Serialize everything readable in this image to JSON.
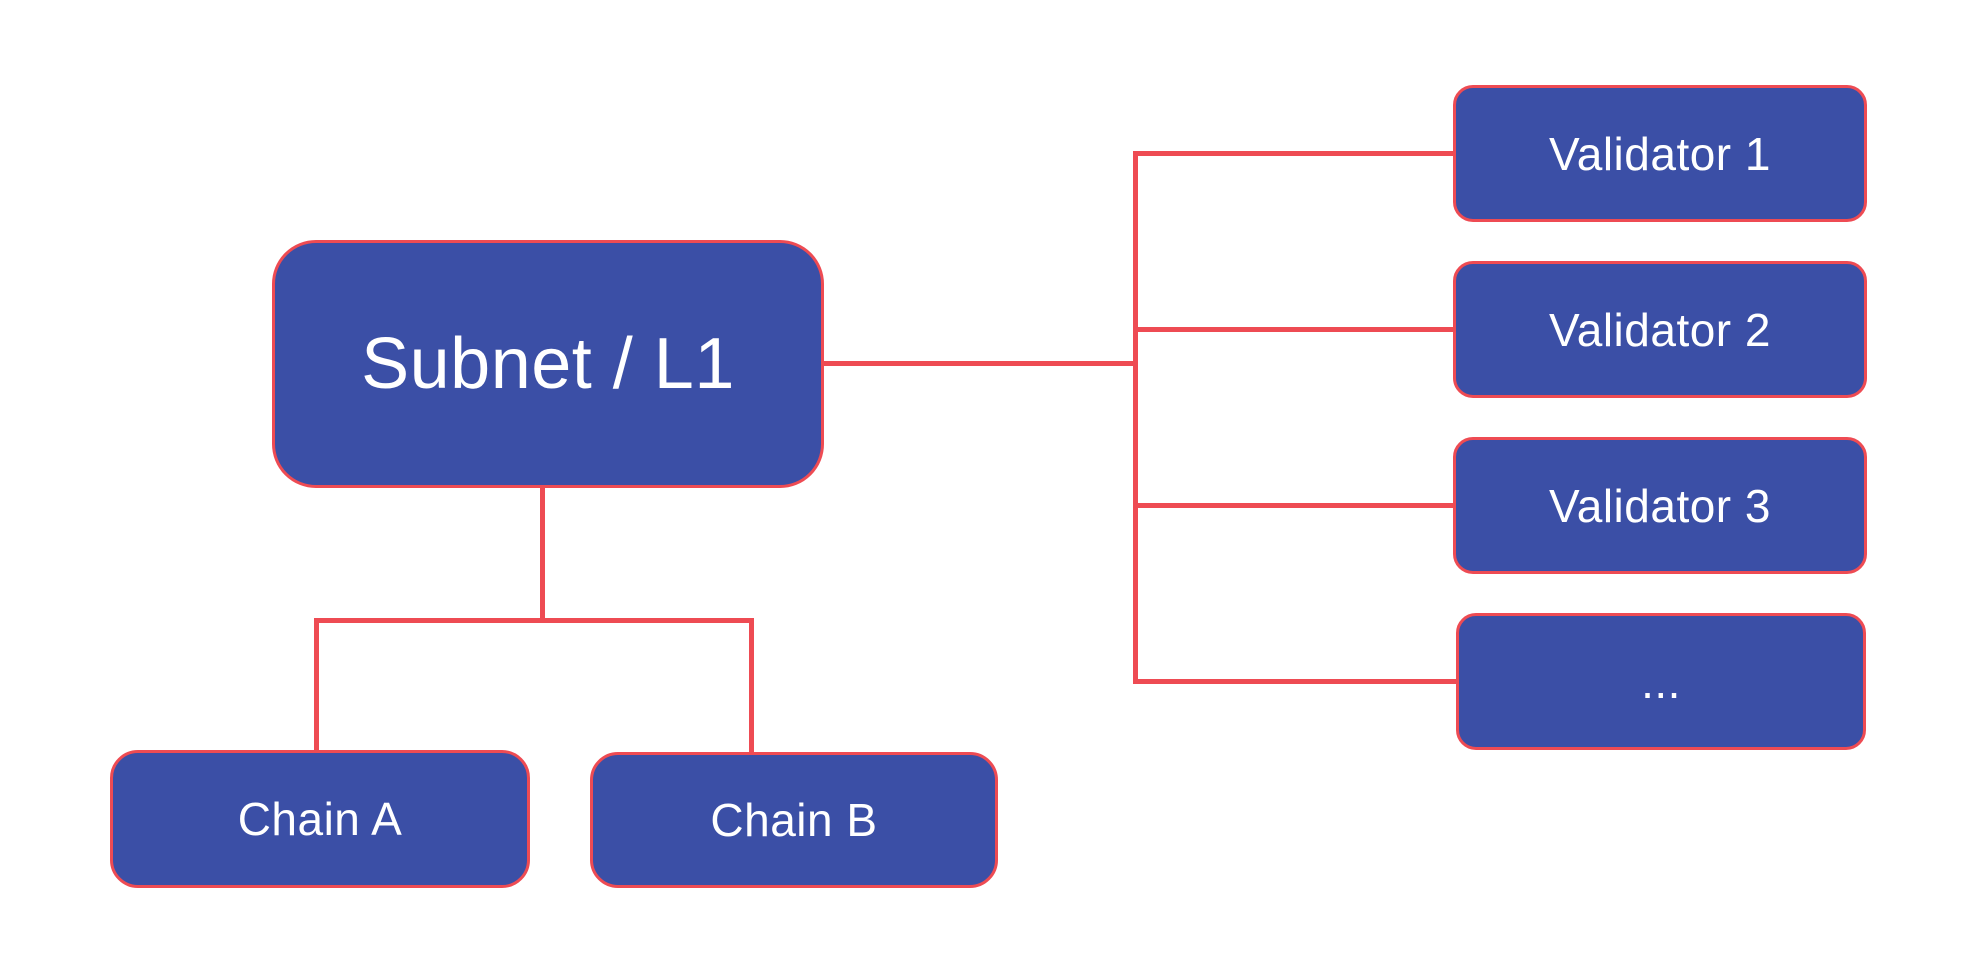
{
  "diagram": {
    "root": {
      "label": "Subnet / L1"
    },
    "chains": [
      {
        "label": "Chain A"
      },
      {
        "label": "Chain B"
      }
    ],
    "validators": [
      {
        "label": "Validator 1"
      },
      {
        "label": "Validator 2"
      },
      {
        "label": "Validator 3"
      },
      {
        "label": "..."
      }
    ]
  },
  "colors": {
    "bg": "#ffffff",
    "node_fill": "#3b4fa6",
    "node_border": "#ee4b53",
    "connector": "#ee4b53",
    "node_text": "#ffffff"
  }
}
